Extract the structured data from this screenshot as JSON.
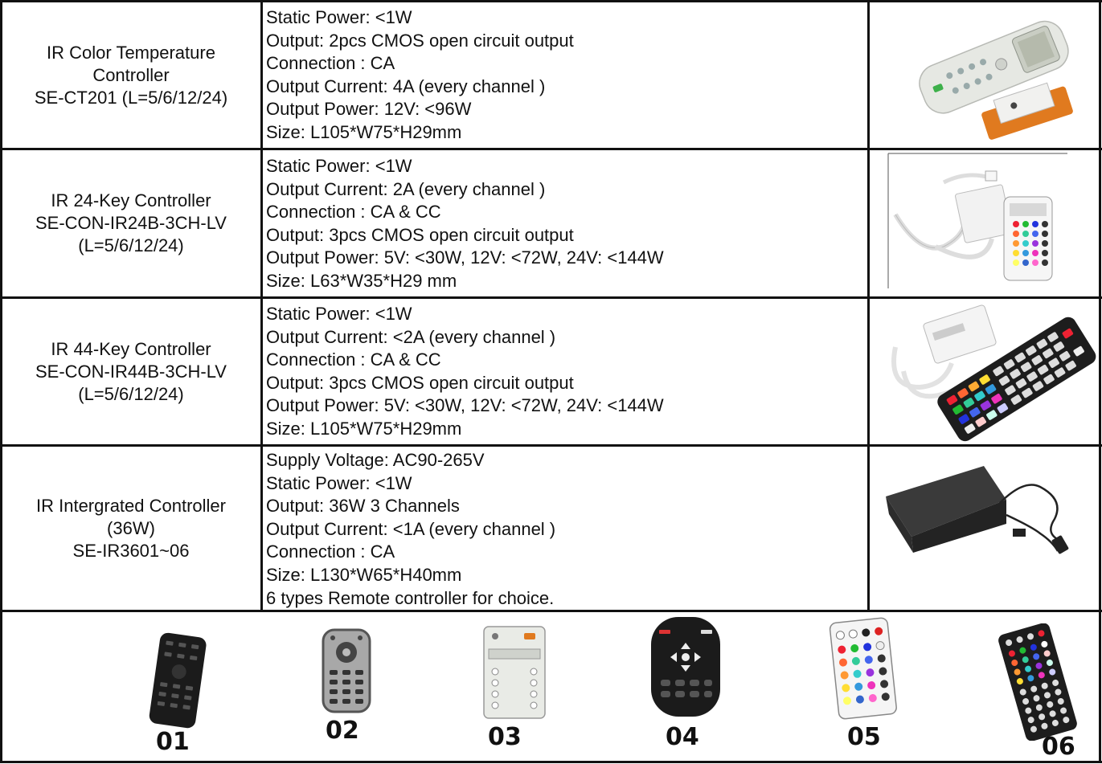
{
  "products": [
    {
      "name_lines": [
        "IR Color Temperature",
        "Controller",
        "SE-CT201 (L=5/6/12/24)"
      ],
      "specs": [
        "Static Power:  <1W",
        "Output:  2pcs CMOS open circuit output",
        "Connection :  CA",
        "Output Current:  4A (every channel )",
        "Output Power:  12V: <96W",
        "Size:  L105*W75*H29mm"
      ],
      "image_icon": "remote-with-controller-box-icon"
    },
    {
      "name_lines": [
        "IR 24-Key Controller",
        "SE-CON-IR24B-3CH-LV",
        "(L=5/6/12/24)"
      ],
      "specs": [
        "Static Power:  <1W",
        "Output Current:  2A (every channel )",
        "Connection :  CA & CC",
        "Output:  3pcs CMOS open circuit output",
        "Output Power:  5V:  <30W, 12V:  <72W, 24V:  <144W",
        "Size:  L63*W35*H29 mm"
      ],
      "image_icon": "24-key-rgb-remote-icon"
    },
    {
      "name_lines": [
        "IR 44-Key Controller",
        "SE-CON-IR44B-3CH-LV",
        "(L=5/6/12/24)"
      ],
      "specs": [
        "Static Power:  <1W",
        "Output Current:  <2A (every channel )",
        "Connection :  CA & CC",
        "Output:  3pcs CMOS open circuit output",
        "Output Power:  5V:  <30W, 12V:  <72W, 24V:  <144W",
        "Size:  L105*W75*H29mm"
      ],
      "image_icon": "44-key-rgb-remote-icon"
    },
    {
      "name_lines": [
        "IR Intergrated Controller",
        "(36W)",
        "SE-IR3601~06"
      ],
      "specs": [
        "Supply Voltage:  AC90-265V",
        "Static Power:  <1W",
        "Output: 36W 3 Channels",
        "Output Current:  <1A (every channel )",
        "Connection :  CA",
        "Size:  L130*W65*H40mm",
        "6 types Remote controller for choice."
      ],
      "image_icon": "power-supply-box-icon"
    }
  ],
  "remotes": [
    {
      "label": "01",
      "icon": "black-slim-remote-icon"
    },
    {
      "label": "02",
      "icon": "gray-media-remote-icon"
    },
    {
      "label": "03",
      "icon": "white-fan-remote-icon"
    },
    {
      "label": "04",
      "icon": "black-round-remote-icon"
    },
    {
      "label": "05",
      "icon": "rgb-24-key-remote-icon"
    },
    {
      "label": "06",
      "icon": "rgb-44-key-remote-icon"
    }
  ],
  "colors": {
    "border": "#111111",
    "orange": "#e07a1f",
    "remote_white": "#e9ebe6",
    "remote_black": "#1b1b1b"
  }
}
